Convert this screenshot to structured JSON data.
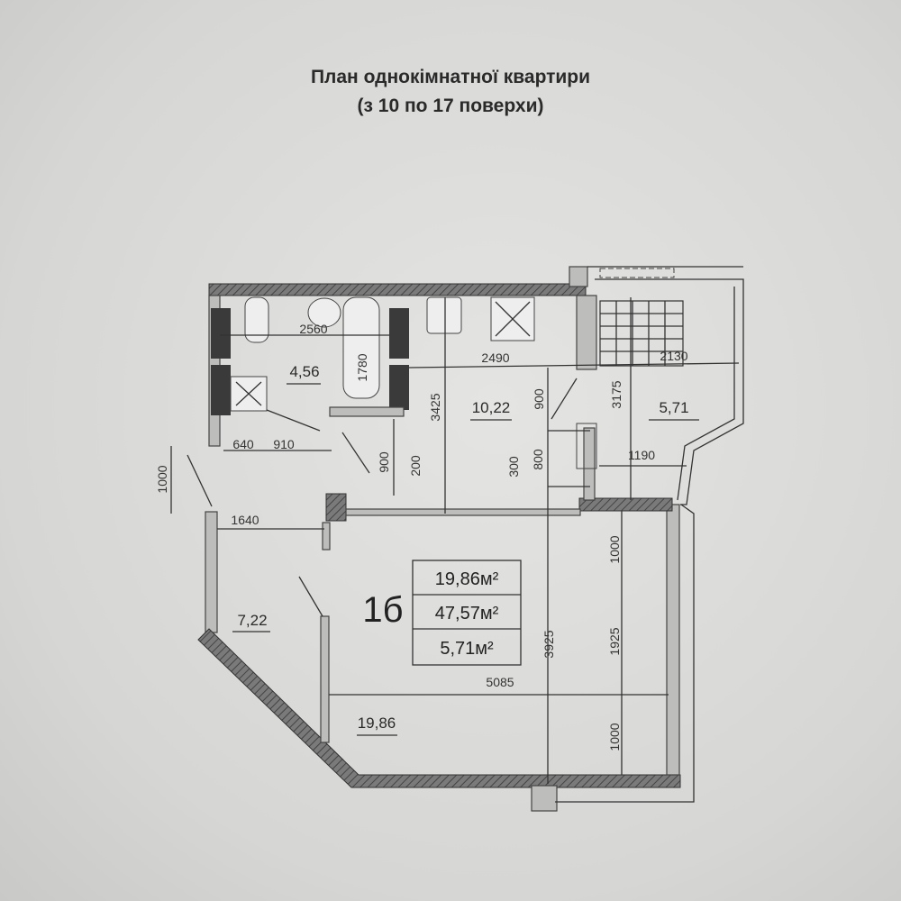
{
  "title": {
    "line1": "План однокімнатної квартири",
    "line2": "(з 10 по 17 поверхи)"
  },
  "rooms": {
    "bathroom": "4,56",
    "kitchen": "10,22",
    "balcony": "5,71",
    "hall": "7,22",
    "living": "19,86"
  },
  "dimensions": {
    "d2560": "2560",
    "d1780": "1780",
    "d2490": "2490",
    "d2130": "2130",
    "d3425": "3425",
    "d900a": "900",
    "d3175": "3175",
    "d640": "640",
    "d910": "910",
    "d900b": "900",
    "d200": "200",
    "d300": "300",
    "d800": "800",
    "d1190": "1190",
    "d1000a": "1000",
    "d1640": "1640",
    "d1000b": "1000",
    "d1925": "1925",
    "d3925": "3925",
    "d5085": "5085",
    "d1000c": "1000"
  },
  "summary": {
    "unit": "1б",
    "living_area": "19,86м²",
    "total_area": "47,57м²",
    "balcony_area": "5,71м²"
  }
}
